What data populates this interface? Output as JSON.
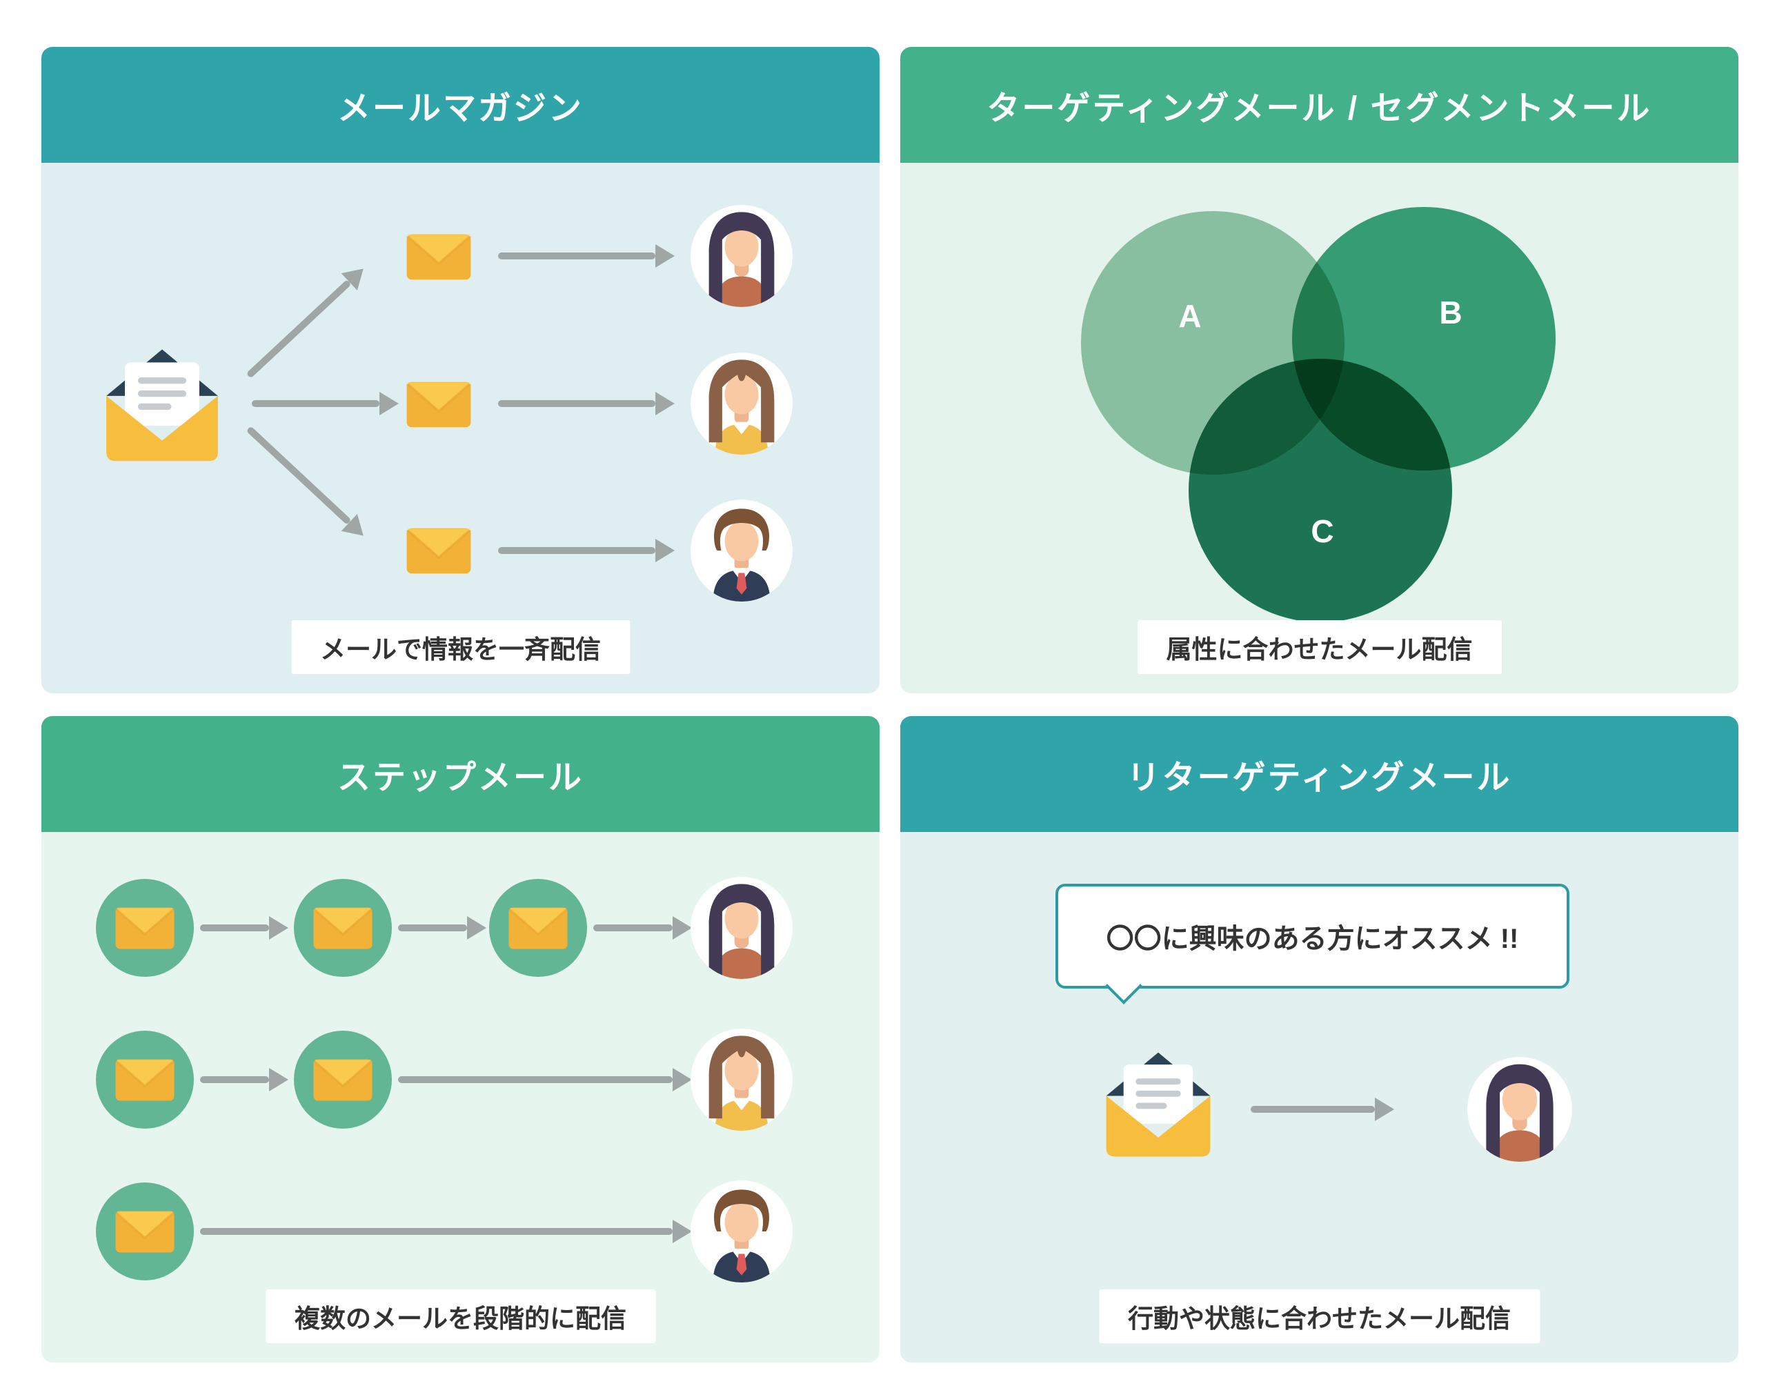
{
  "panels": {
    "mail_magazine": {
      "title": "メールマガジン",
      "caption": "メールで情報を一斉配信"
    },
    "targeting": {
      "title": "ターゲティングメール / セグメントメール",
      "caption": "属性に合わせたメール配信",
      "venn_labels": [
        "A",
        "B",
        "C"
      ]
    },
    "step_mail": {
      "title": "ステップメール",
      "caption": "複数のメールを段階的に配信"
    },
    "retargeting": {
      "title": "リターゲティングメール",
      "caption": "行動や状態に合わせたメール配信",
      "bubble_text": "〇〇に興味のある方にオススメ !!"
    }
  },
  "colors": {
    "teal_header": "#2fa5a9",
    "green_header": "#43b189",
    "teal_panel_body": "#dfeef0",
    "green_panel_body": "#e6f4ee",
    "arrow_gray": "#9fa6a6",
    "envelope_yellow": "#f6bd3d",
    "envelope_flap_dark_navy": "#2b4154",
    "step_circle_green": "#63b694",
    "venn_a": "#98c9ad",
    "venn_b": "#3ba47c",
    "venn_c": "#1f7a5a",
    "caption_text": "#333333",
    "bubble_border_teal": "#2d9ba0"
  },
  "icons": {
    "open_envelope": "open-envelope-icon",
    "closed_envelope": "closed-envelope-icon",
    "avatar_woman_dark_hair": "avatar-woman-dark-hair-icon",
    "avatar_woman_brown_hair": "avatar-woman-brown-hair-icon",
    "avatar_man_suit": "avatar-man-suit-icon",
    "arrow": "arrow-right-icon"
  }
}
